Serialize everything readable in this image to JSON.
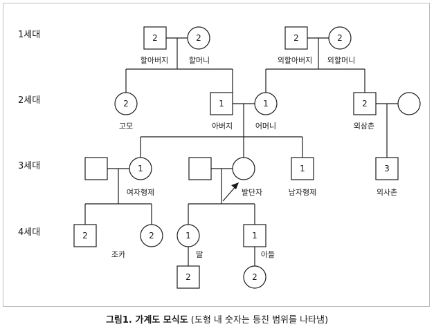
{
  "generations": [
    "1세대",
    "2세대",
    "3세대",
    "4세대"
  ],
  "labels": {
    "grandfather": "할아버지",
    "grandmother": "할머니",
    "maternal_grandfather": "외할아버지",
    "maternal_grandmother": "외할머니",
    "aunt": "고모",
    "father": "아버지",
    "mother": "어머니",
    "maternal_uncle": "외삼촌",
    "sister": "여자형제",
    "proband": "발단자",
    "brother": "남자형제",
    "cousin": "외사촌",
    "nephew_niece": "조카",
    "daughter": "딸",
    "son": "아들"
  },
  "degrees": {
    "grandfather": "2",
    "grandmother": "2",
    "maternal_grandfather": "2",
    "maternal_grandmother": "2",
    "aunt": "2",
    "father": "1",
    "mother": "1",
    "maternal_uncle": "2",
    "sister": "1",
    "brother": "1",
    "cousin": "3",
    "nephew": "2",
    "niece": "2",
    "daughter": "1",
    "son": "1",
    "grandson": "2",
    "granddaughter": "2"
  },
  "caption": {
    "title": "그림1. 가계도 모식도",
    "note": "(도형 내 숫자는 등친 범위를 나타냄)"
  },
  "colors": {
    "line": "#1a1a1a",
    "frame": "#bdbdbd"
  }
}
